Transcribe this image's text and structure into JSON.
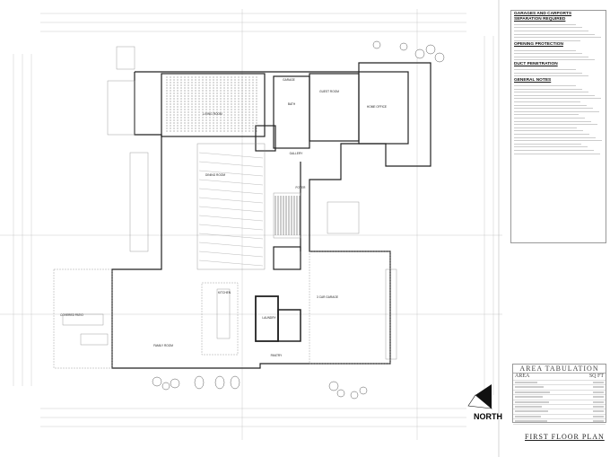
{
  "notes": {
    "header": "GARAGES AND CARPORTS",
    "sections": [
      {
        "title": "SEPARATION REQUIRED",
        "lines": 6
      },
      {
        "title": "OPENING PROTECTION",
        "lines": 4
      },
      {
        "title": "DUCT PENETRATION",
        "lines": 3
      },
      {
        "title": "GENERAL NOTES",
        "lines": 22
      }
    ]
  },
  "rooms": [
    {
      "name": "LIVING ROOM"
    },
    {
      "name": "GUEST ROOM"
    },
    {
      "name": "HOME OFFICE"
    },
    {
      "name": "GALLERY"
    },
    {
      "name": "FOYER"
    },
    {
      "name": "DINING ROOM"
    },
    {
      "name": "KITCHEN"
    },
    {
      "name": "FAMILY ROOM"
    },
    {
      "name": "LAUNDRY"
    },
    {
      "name": "PANTRY"
    },
    {
      "name": "3 CAR GARAGE"
    },
    {
      "name": "COVERED PATIO"
    },
    {
      "name": "GARAGE"
    },
    {
      "name": "BATH"
    }
  ],
  "area_tabulation": {
    "title": "AREA TABULATION",
    "col_area": "AREA",
    "col_sqft": "SQ FT",
    "rows": 9
  },
  "north_label": "NORTH",
  "sheet_title": "FIRST FLOOR PLAN"
}
